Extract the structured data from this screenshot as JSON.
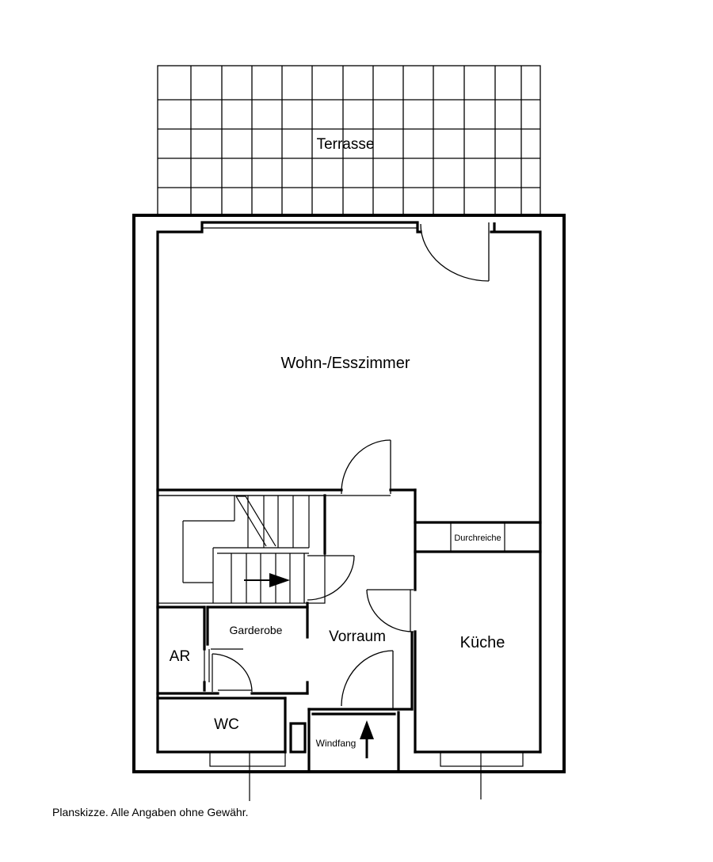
{
  "rooms": {
    "terrasse": "Terrasse",
    "wohn_esszimmer": "Wohn-/Esszimmer",
    "durchreiche": "Durchreiche",
    "garderobe": "Garderobe",
    "vorraum": "Vorraum",
    "kueche": "Küche",
    "ar": "AR",
    "wc": "WC",
    "windfang": "Windfang"
  },
  "disclaimer": "Planskizze. Alle Angaben ohne Gewähr."
}
